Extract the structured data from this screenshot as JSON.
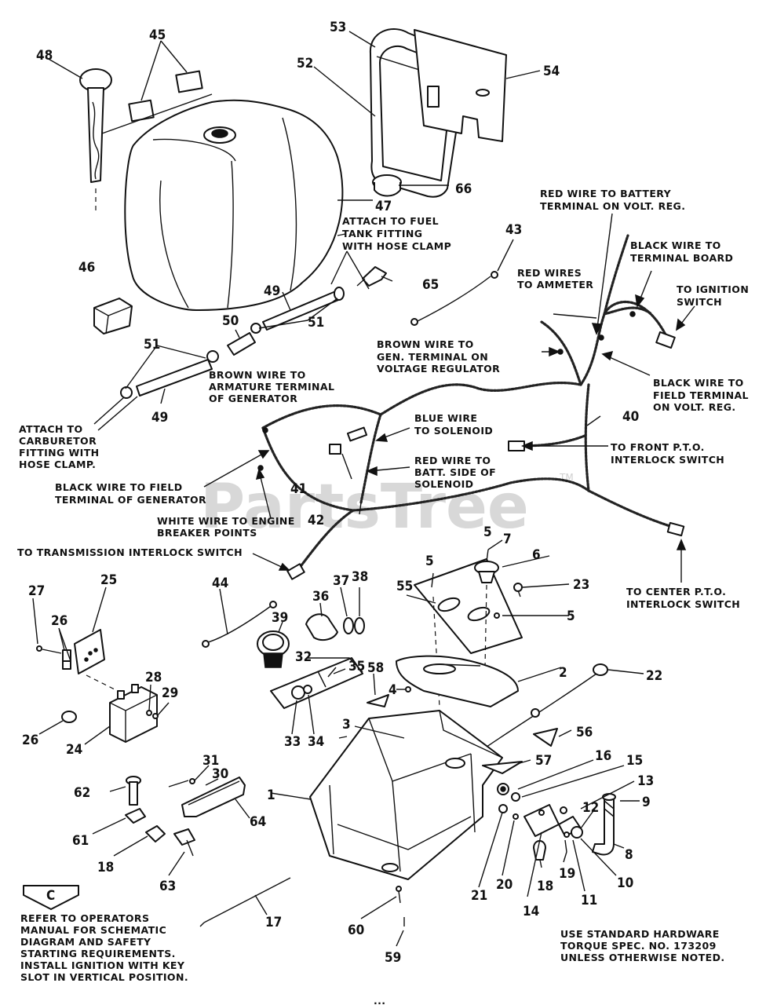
{
  "watermark": {
    "text": "PartsTree",
    "tm": "TM"
  },
  "footer_text": "...",
  "callouts": [
    {
      "id": "c48",
      "label": "48"
    },
    {
      "id": "c45",
      "label": "45"
    },
    {
      "id": "c53",
      "label": "53"
    },
    {
      "id": "c52",
      "label": "52"
    },
    {
      "id": "c54",
      "label": "54"
    },
    {
      "id": "c47",
      "label": "47"
    },
    {
      "id": "c66",
      "label": "66"
    },
    {
      "id": "c43",
      "label": "43"
    },
    {
      "id": "c46",
      "label": "46"
    },
    {
      "id": "c65",
      "label": "65"
    },
    {
      "id": "c49a",
      "label": "49"
    },
    {
      "id": "c50",
      "label": "50"
    },
    {
      "id": "c51a",
      "label": "51"
    },
    {
      "id": "c51b",
      "label": "51"
    },
    {
      "id": "c49b",
      "label": "49"
    },
    {
      "id": "c40",
      "label": "40"
    },
    {
      "id": "c41",
      "label": "41"
    },
    {
      "id": "c42",
      "label": "42"
    },
    {
      "id": "c5a",
      "label": "5"
    },
    {
      "id": "c7",
      "label": "7"
    },
    {
      "id": "c6",
      "label": "6"
    },
    {
      "id": "c5b",
      "label": "5"
    },
    {
      "id": "c23",
      "label": "23"
    },
    {
      "id": "c55",
      "label": "55"
    },
    {
      "id": "c5c",
      "label": "5"
    },
    {
      "id": "c44",
      "label": "44"
    },
    {
      "id": "c36",
      "label": "36"
    },
    {
      "id": "c37",
      "label": "37"
    },
    {
      "id": "c38",
      "label": "38"
    },
    {
      "id": "c27",
      "label": "27"
    },
    {
      "id": "c25",
      "label": "25"
    },
    {
      "id": "c26a",
      "label": "26"
    },
    {
      "id": "c39",
      "label": "39"
    },
    {
      "id": "c32",
      "label": "32"
    },
    {
      "id": "c35",
      "label": "35"
    },
    {
      "id": "c58",
      "label": "58"
    },
    {
      "id": "c2",
      "label": "2"
    },
    {
      "id": "c4",
      "label": "4"
    },
    {
      "id": "c22",
      "label": "22"
    },
    {
      "id": "c28",
      "label": "28"
    },
    {
      "id": "c29",
      "label": "29"
    },
    {
      "id": "c26b",
      "label": "26"
    },
    {
      "id": "c24",
      "label": "24"
    },
    {
      "id": "c33",
      "label": "33"
    },
    {
      "id": "c34",
      "label": "34"
    },
    {
      "id": "c3",
      "label": "3"
    },
    {
      "id": "c56",
      "label": "56"
    },
    {
      "id": "c57",
      "label": "57"
    },
    {
      "id": "c16",
      "label": "16"
    },
    {
      "id": "c15",
      "label": "15"
    },
    {
      "id": "c13",
      "label": "13"
    },
    {
      "id": "c9",
      "label": "9"
    },
    {
      "id": "c12",
      "label": "12"
    },
    {
      "id": "c31",
      "label": "31"
    },
    {
      "id": "c30",
      "label": "30"
    },
    {
      "id": "c62",
      "label": "62"
    },
    {
      "id": "c1",
      "label": "1"
    },
    {
      "id": "c64",
      "label": "64"
    },
    {
      "id": "c61",
      "label": "61"
    },
    {
      "id": "c8",
      "label": "8"
    },
    {
      "id": "c18a",
      "label": "18"
    },
    {
      "id": "c63",
      "label": "63"
    },
    {
      "id": "c21",
      "label": "21"
    },
    {
      "id": "c20",
      "label": "20"
    },
    {
      "id": "c14",
      "label": "14"
    },
    {
      "id": "c18b",
      "label": "18"
    },
    {
      "id": "c19",
      "label": "19"
    },
    {
      "id": "c11",
      "label": "11"
    },
    {
      "id": "c10",
      "label": "10"
    },
    {
      "id": "c17",
      "label": "17"
    },
    {
      "id": "c60",
      "label": "60"
    },
    {
      "id": "c59",
      "label": "59"
    },
    {
      "id": "cC",
      "label": "C"
    }
  ],
  "notes": {
    "red_wire_battery": [
      "RED WIRE TO BATTERY",
      "TERMINAL ON VOLT. REG."
    ],
    "black_wire_terminal_board": [
      "BLACK WIRE TO",
      "TERMINAL BOARD"
    ],
    "to_ignition_switch": [
      "TO IGNITION",
      "SWITCH"
    ],
    "attach_fuel_tank": [
      "ATTACH TO FUEL",
      "TANK FITTING",
      "WITH HOSE CLAMP"
    ],
    "red_wires_ammeter": [
      "RED WIRES",
      "TO AMMETER"
    ],
    "brown_wire_gen": [
      "BROWN WIRE TO",
      "GEN. TERMINAL ON",
      "VOLTAGE REGULATOR"
    ],
    "black_wire_field_reg": [
      "BLACK WIRE TO",
      "FIELD TERMINAL",
      "ON VOLT. REG."
    ],
    "brown_wire_armature": [
      "BROWN WIRE TO",
      "ARMATURE TERMINAL",
      "OF GENERATOR"
    ],
    "blue_wire_solenoid": [
      "BLUE WIRE",
      "TO SOLENOID"
    ],
    "attach_carburetor": [
      "ATTACH TO",
      "CARBURETOR",
      "FITTING WITH",
      "HOSE CLAMP."
    ],
    "front_pto": [
      "TO FRONT P.T.O.",
      "INTERLOCK SWITCH"
    ],
    "red_wire_batt_side": [
      "RED WIRE TO",
      "BATT. SIDE OF",
      "SOLENOID"
    ],
    "black_wire_field_gen": [
      "BLACK WIRE TO FIELD",
      "TERMINAL OF GENERATOR"
    ],
    "white_wire_breaker": [
      "WHITE WIRE TO ENGINE",
      "BREAKER POINTS"
    ],
    "transmission_interlock": [
      "TO TRANSMISSION INTERLOCK SWITCH"
    ],
    "center_pto": [
      "TO CENTER P.T.O.",
      "INTERLOCK SWITCH"
    ],
    "refer_operators": [
      "REFER TO OPERATORS",
      "MANUAL FOR SCHEMATIC",
      "DIAGRAM AND SAFETY",
      "STARTING REQUIREMENTS.",
      "INSTALL IGNITION WITH KEY",
      "SLOT IN VERTICAL POSITION."
    ],
    "hardware_torque": [
      "USE STANDARD HARDWARE",
      "TORQUE SPEC. NO. 173209",
      "UNLESS OTHERWISE NOTED."
    ]
  }
}
